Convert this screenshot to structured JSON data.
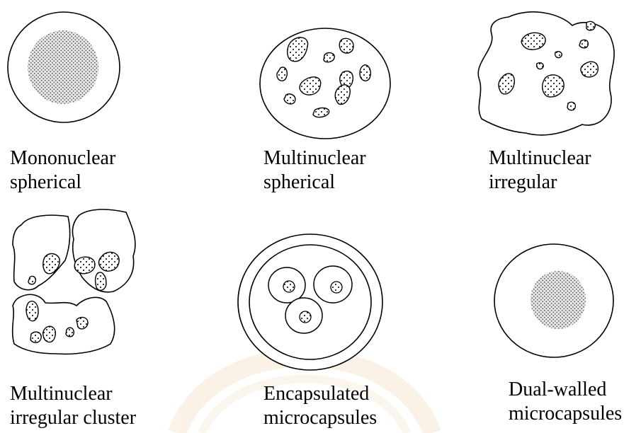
{
  "colors": {
    "outline": "#000000",
    "core_fill": "#d9d9d9",
    "core_dots": "#555555",
    "watermark": "#f3dcb8"
  },
  "labels": {
    "mononuclear_spherical": [
      "Mononuclear",
      "spherical"
    ],
    "multinuclear_spherical": [
      "Multinuclear",
      "spherical"
    ],
    "multinuclear_irregular": [
      "Multinuclear",
      "irregular"
    ],
    "multinuclear_irregular_cluster": [
      "Multinuclear",
      "irregular cluster"
    ],
    "encapsulated_microcapsules": [
      "Encapsulated",
      "microcapsules"
    ],
    "dual_walled_microcapsules": [
      "Dual-walled",
      "microcapsules"
    ]
  }
}
